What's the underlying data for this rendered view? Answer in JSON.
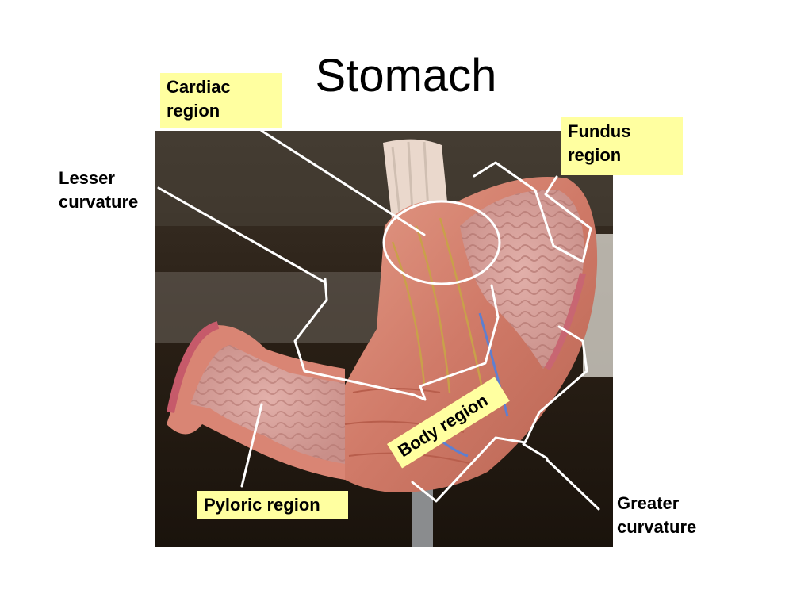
{
  "title": "Stomach",
  "labels": {
    "cardiac": [
      "Cardiac",
      "region"
    ],
    "fundus": [
      "Fundus",
      "region"
    ],
    "lesser": [
      "Lesser",
      "curvature"
    ],
    "body": "Body region",
    "pyloric": "Pyloric region",
    "greater": [
      "Greater",
      "curvature"
    ]
  },
  "colors": {
    "label_fill": "#ffffa0",
    "background_dark": "#2a2016",
    "stomach_muscle": "#d98574",
    "stomach_mucosa": "#d9a09a",
    "bracket_lines": "#ffffff"
  }
}
